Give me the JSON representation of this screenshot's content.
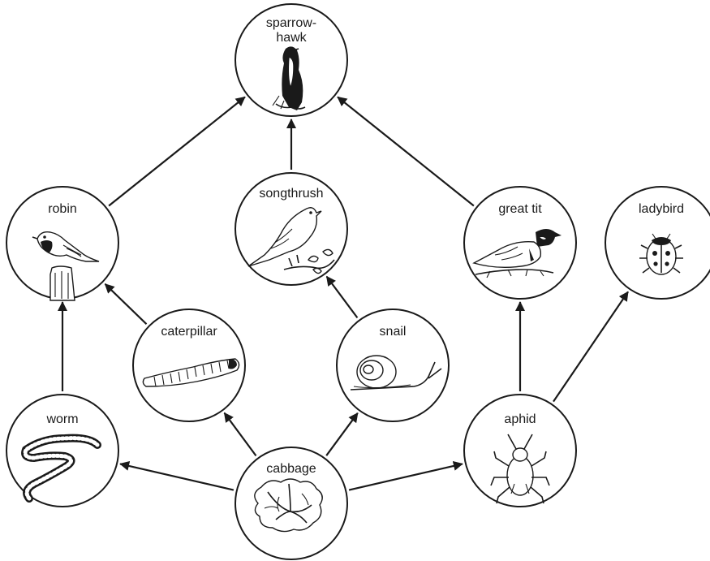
{
  "diagram": {
    "type": "food-web",
    "colors": {
      "ink": "#1a1a1a",
      "background": "#ffffff"
    },
    "nodes": [
      {
        "id": "sparrowhawk",
        "label_line1": "sparrow-",
        "label_line2": "hawk",
        "icon": "sparrowhawk-icon"
      },
      {
        "id": "robin",
        "label_line1": "robin",
        "icon": "robin-icon"
      },
      {
        "id": "songthrush",
        "label_line1": "songthrush",
        "icon": "songthrush-icon"
      },
      {
        "id": "greattit",
        "label_line1": "great tit",
        "icon": "great-tit-icon"
      },
      {
        "id": "ladybird",
        "label_line1": "ladybird",
        "icon": "ladybird-icon"
      },
      {
        "id": "caterpillar",
        "label_line1": "caterpillar",
        "icon": "caterpillar-icon"
      },
      {
        "id": "snail",
        "label_line1": "snail",
        "icon": "snail-icon"
      },
      {
        "id": "worm",
        "label_line1": "worm",
        "icon": "worm-icon"
      },
      {
        "id": "cabbage",
        "label_line1": "cabbage",
        "icon": "cabbage-icon"
      },
      {
        "id": "aphid",
        "label_line1": "aphid",
        "icon": "aphid-icon"
      }
    ],
    "edges": [
      {
        "from": "robin",
        "to": "sparrowhawk"
      },
      {
        "from": "songthrush",
        "to": "sparrowhawk"
      },
      {
        "from": "greattit",
        "to": "sparrowhawk"
      },
      {
        "from": "worm",
        "to": "robin"
      },
      {
        "from": "caterpillar",
        "to": "robin"
      },
      {
        "from": "snail",
        "to": "songthrush"
      },
      {
        "from": "aphid",
        "to": "greattit"
      },
      {
        "from": "aphid",
        "to": "ladybird"
      },
      {
        "from": "cabbage",
        "to": "worm"
      },
      {
        "from": "cabbage",
        "to": "caterpillar"
      },
      {
        "from": "cabbage",
        "to": "snail"
      },
      {
        "from": "cabbage",
        "to": "aphid"
      }
    ]
  }
}
